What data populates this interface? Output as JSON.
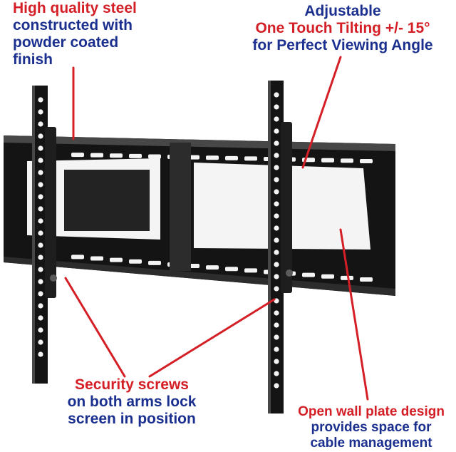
{
  "colors": {
    "red": "#d41f26",
    "blue": "#1b2f8f",
    "steel": "#141414",
    "steel_edge": "#2c2c2c",
    "steel_highlight": "#474747",
    "hole": "#f4f4f4",
    "leader": "#d41f26"
  },
  "callouts": {
    "steel": {
      "lines": [
        {
          "text": "High quality steel",
          "color": "red"
        },
        {
          "text": "constructed with",
          "color": "blue"
        },
        {
          "text": "powder coated",
          "color": "blue"
        },
        {
          "text": "finish",
          "color": "blue"
        }
      ]
    },
    "tilt": {
      "lines": [
        {
          "text": "Adjustable",
          "color": "blue"
        },
        {
          "text": "One Touch Tilting +/- 15°",
          "color": "red"
        },
        {
          "text": "for Perfect Viewing Angle",
          "color": "blue"
        }
      ]
    },
    "screws": {
      "lines": [
        {
          "text": "Security screws",
          "color": "red"
        },
        {
          "text": "on both arms lock",
          "color": "blue"
        },
        {
          "text": "screen in position",
          "color": "blue"
        }
      ]
    },
    "plate": {
      "lines": [
        {
          "text": "Open wall plate design",
          "color": "red"
        },
        {
          "text": "provides space for",
          "color": "blue"
        },
        {
          "text": "cable management",
          "color": "blue"
        }
      ]
    }
  }
}
